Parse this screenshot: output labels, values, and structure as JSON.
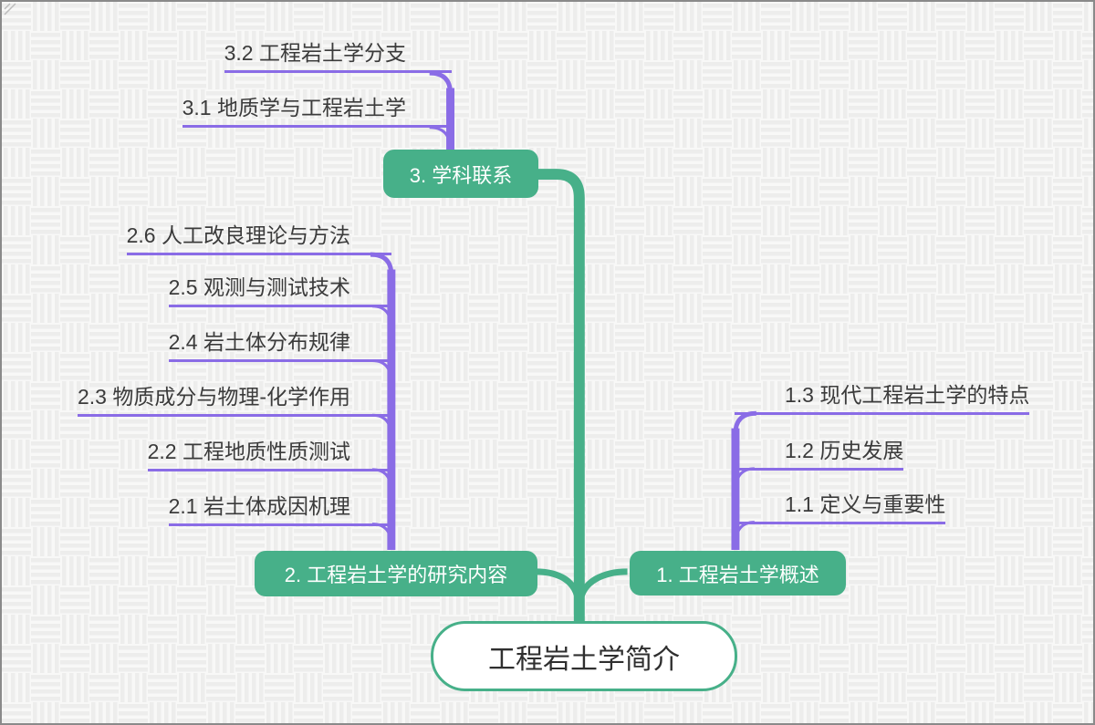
{
  "colors": {
    "canvas_bg": "#f8f8f7",
    "pattern_stripe": "#ededec",
    "frame_border": "#8a8a8a",
    "node_green": "#47B089",
    "branch_purple": "#8A6CE6",
    "label_text": "#3b3b3b",
    "node_text": "#ffffff",
    "root_bg": "#ffffff"
  },
  "mindmap": {
    "root": {
      "label": "工程岩土学简介"
    },
    "branches": [
      {
        "label": "1. 工程岩土学概述",
        "children": [
          "1.1 定义与重要性",
          "1.2 历史发展",
          "1.3 现代工程岩土学的特点"
        ]
      },
      {
        "label": "2. 工程岩土学的研究内容",
        "children": [
          "2.1 岩土体成因机理",
          "2.2 工程地质性质测试",
          "2.3 物质成分与物理-化学作用",
          "2.4 岩土体分布规律",
          "2.5 观测与测试技术",
          "2.6 人工改良理论与方法"
        ]
      },
      {
        "label": "3. 学科联系",
        "children": [
          "3.1 地质学与工程岩土学",
          "3.2 工程岩土学分支"
        ]
      }
    ]
  }
}
